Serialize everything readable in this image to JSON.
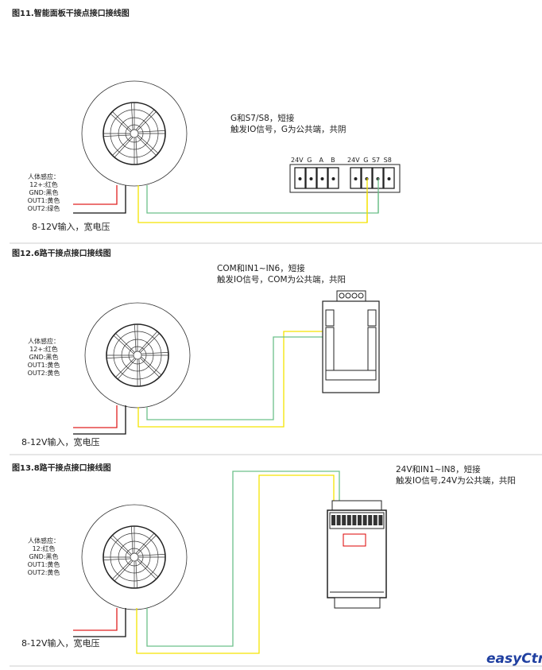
{
  "figures": [
    {
      "title": "图11.智能面板干接点接口接线图",
      "note_line1": "G和S7/S8，短接",
      "note_line2": "触发IO信号，G为公共端，共阴",
      "sensor_labels": [
        "人体感应：",
        "12+:红色",
        "GND:黑色",
        "OUT1:黄色",
        "OUT2:绿色"
      ],
      "power": "8-12V输入，宽电压",
      "terminal_labels_left": [
        "24V",
        "G",
        "A",
        "B"
      ],
      "terminal_labels_right": [
        "24V",
        "G",
        "S7",
        "S8"
      ]
    },
    {
      "title": "图12.6路干接点接口接线图",
      "note_line1": "COM和IN1~IN6，短接",
      "note_line2": "触发IO信号，COM为公共端，共阳",
      "sensor_labels": [
        "人体感应：",
        "12+:红色",
        "GND:黑色",
        "OUT1:黄色",
        "OUT2:黄色"
      ],
      "power": "8-12V输入，宽电压"
    },
    {
      "title": "图13.8路干接点接口接线图",
      "note_line1": "24V和IN1~IN8，短接",
      "note_line2": "触发IO信号,24V为公共端，共阳",
      "sensor_labels": [
        "人体感应：",
        "12:红色",
        "GND:黑色",
        "OUT1:黄色",
        "OUT2:黄色"
      ],
      "power": "8-12V输入，宽电压"
    }
  ],
  "logo": "easyCtrl",
  "colors": {
    "red": "#e02020",
    "black": "#111111",
    "yellow": "#f5e400",
    "green": "#6cc08a"
  }
}
